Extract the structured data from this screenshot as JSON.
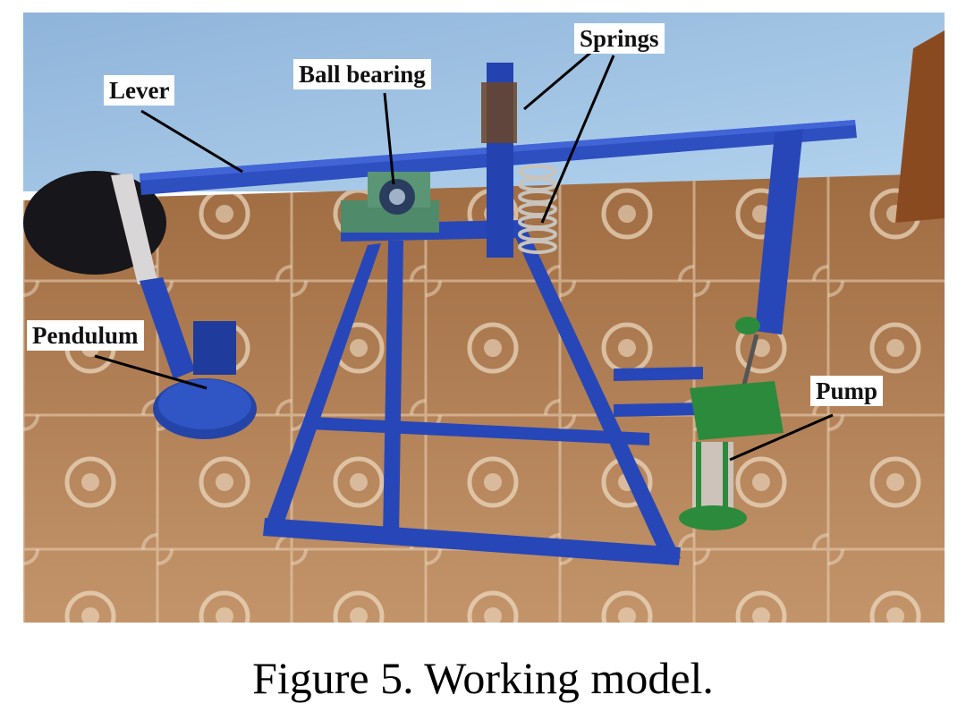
{
  "figure": {
    "caption": "Figure 5. Working model.",
    "labels": {
      "lever": "Lever",
      "ball_bearing": "Ball bearing",
      "springs": "Springs",
      "pendulum": "Pendulum",
      "pump": "Pump"
    }
  },
  "colors": {
    "wall": "#9fc4e4",
    "floor": "#b07d52",
    "frame_blue": "#2747b8",
    "pump_green": "#2c8a3c"
  }
}
